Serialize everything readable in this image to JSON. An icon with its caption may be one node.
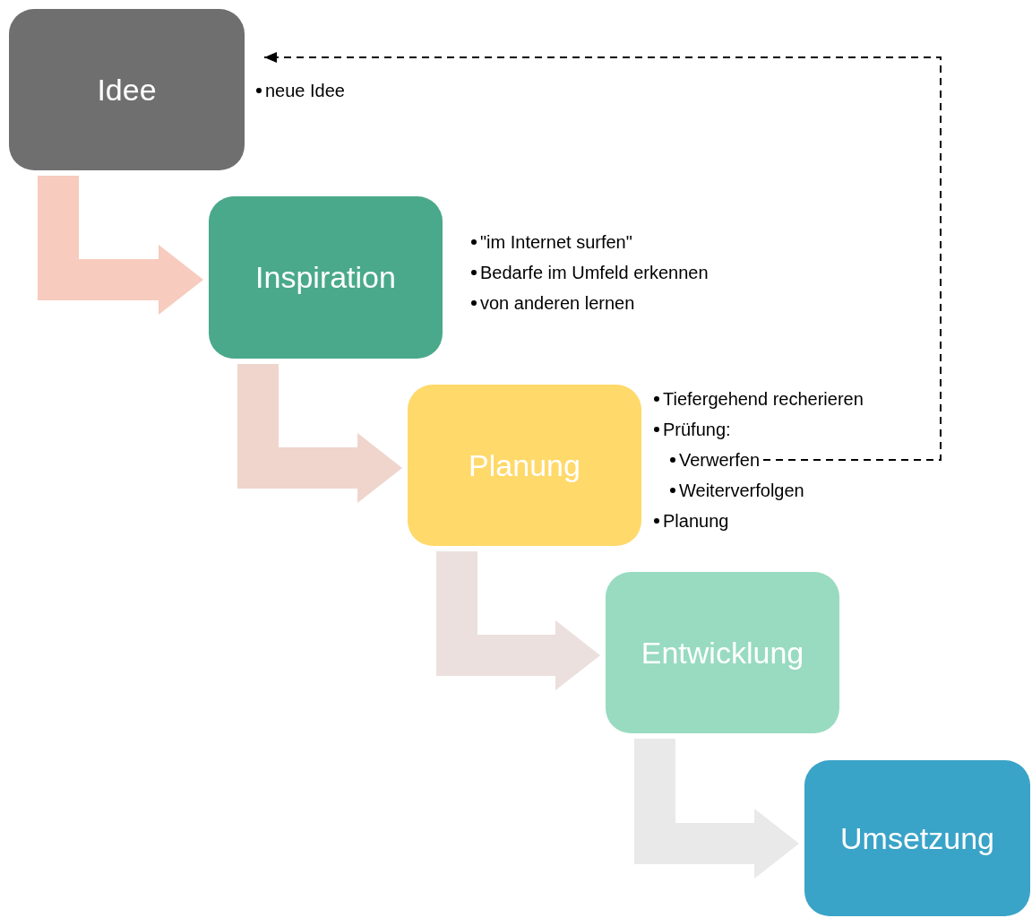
{
  "diagram": {
    "nodes": [
      {
        "text": [
          "Idee"
        ],
        "beside": [
          "neue Idee"
        ]
      },
      {
        "text": [
          "Inspiration"
        ],
        "beside": [
          "\"im Internet surfen\"",
          "Bedarfe im Umfeld erkennen",
          "von anderen lernen"
        ]
      },
      {
        "text": [
          "Planung"
        ],
        "beside": [
          "Tiefergehend recherieren",
          "Prüfung:",
          "Weiterverfolgen",
          "Planung"
        ]
      },
      {
        "text": [
          "Entwicklung"
        ]
      },
      {
        "text": [
          "Umsetzung"
        ]
      },
      {
        "text": [
          "Verwerfen"
        ]
      }
    ],
    "edges": [
      {
        "from": 0,
        "to": 1,
        "arrow": "to",
        "color": "#f7cbbd"
      },
      {
        "from": 1,
        "to": 2,
        "arrow": "to",
        "color": "#efd5cc"
      },
      {
        "from": 2,
        "to": 3,
        "arrow": "to",
        "color": "#ebe0dd"
      },
      {
        "from": 3,
        "to": 4,
        "arrow": "to",
        "color": "#e9e9e9"
      },
      {
        "from": 5,
        "to": 0,
        "arrow": "to",
        "style": "dashed",
        "color": "#000000"
      }
    ]
  }
}
